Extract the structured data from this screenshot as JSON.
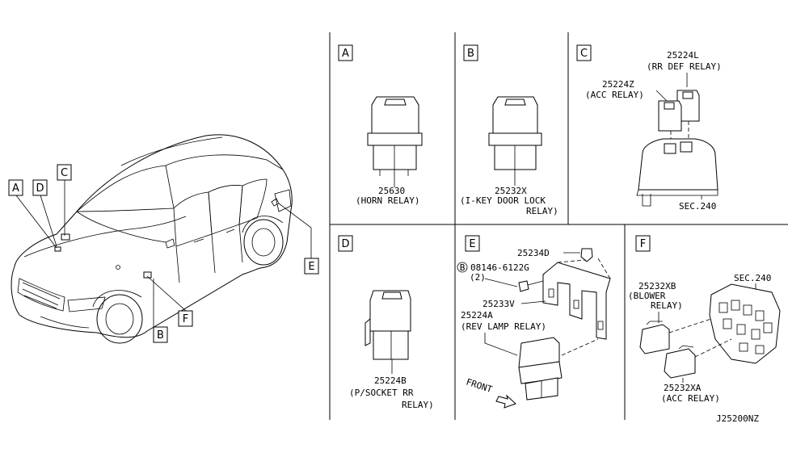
{
  "car": {
    "callouts": [
      "A",
      "D",
      "C",
      "B",
      "F",
      "E"
    ]
  },
  "panels": {
    "a": {
      "letter": "A",
      "part_no": "25630",
      "desc": "(HORN RELAY)"
    },
    "b": {
      "letter": "B",
      "part_no": "25232X",
      "desc_line1": "(I-KEY DOOR LOCK",
      "desc_line2": "RELAY)"
    },
    "c": {
      "letter": "C",
      "rr_def_no": "25224L",
      "rr_def_desc": "(RR DEF RELAY)",
      "acc_no": "25224Z",
      "acc_desc": "(ACC RELAY)",
      "sec": "SEC.240"
    },
    "d": {
      "letter": "D",
      "part_no": "25224B",
      "desc_line1": "(P/SOCKET RR",
      "desc_line2": "RELAY)"
    },
    "e": {
      "letter": "E",
      "clip_no": "25234D",
      "bolt_marker": "B",
      "bolt_no": "08146-6122G",
      "bolt_qty": "(2)",
      "bracket_no": "25233V",
      "rev_no": "25224A",
      "rev_desc": "(REV LAMP RELAY)",
      "front": "FRONT"
    },
    "f": {
      "letter": "F",
      "sec": "SEC.240",
      "blower_no": "25232XB",
      "blower_line1": "(BLOWER",
      "blower_line2": "RELAY)",
      "acc_no": "25232XA",
      "acc_desc": "(ACC RELAY)"
    }
  },
  "diagram_code": "J25200NZ"
}
